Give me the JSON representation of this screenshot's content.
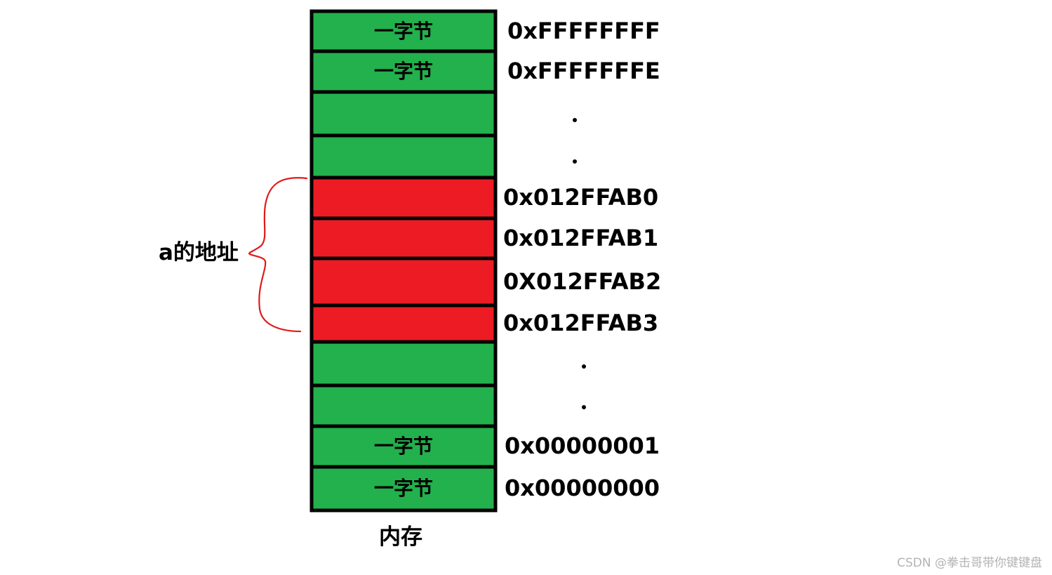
{
  "colors": {
    "free_cell": "#22b14c",
    "var_a_cell": "#ed1c24",
    "border": "#000000",
    "brace": "#e01a1a"
  },
  "cells": [
    {
      "label": "一字节",
      "address": "0xFFFFFFFF",
      "state": "free"
    },
    {
      "label": "一字节",
      "address": "0xFFFFFFFE",
      "state": "free"
    },
    {
      "label": "",
      "address": "",
      "state": "free"
    },
    {
      "label": "",
      "address": "",
      "state": "free"
    },
    {
      "label": "",
      "address": "0x012FFAB0",
      "state": "var_a"
    },
    {
      "label": "",
      "address": "0x012FFAB1",
      "state": "var_a"
    },
    {
      "label": "",
      "address": "0X012FFAB2",
      "state": "var_a"
    },
    {
      "label": "",
      "address": "0x012FFAB3",
      "state": "var_a"
    },
    {
      "label": "",
      "address": "",
      "state": "free"
    },
    {
      "label": "",
      "address": "",
      "state": "free"
    },
    {
      "label": "一字节",
      "address": "0x00000001",
      "state": "free"
    },
    {
      "label": "一字节",
      "address": "0x00000000",
      "state": "free"
    }
  ],
  "brace_label": "a的地址",
  "memory_caption": "内存",
  "watermark": "CSDN @拳击哥带你键键盘"
}
